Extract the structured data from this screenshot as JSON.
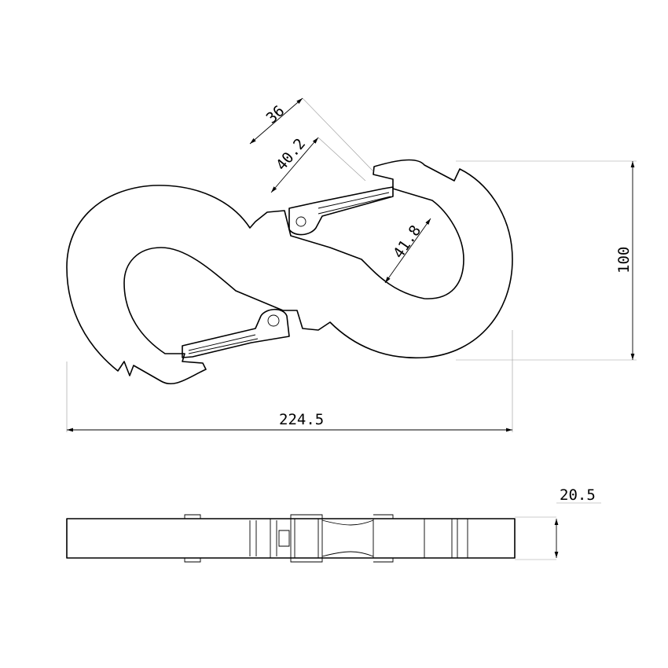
{
  "drawing": {
    "title": "S-hook with safety latches",
    "dimensions": {
      "latch_opening_outer": "36",
      "latch_opening_inner": "40.2",
      "throat_width": "41.8",
      "height": "100",
      "overall_length": "224.5",
      "thickness": "20.5"
    }
  }
}
